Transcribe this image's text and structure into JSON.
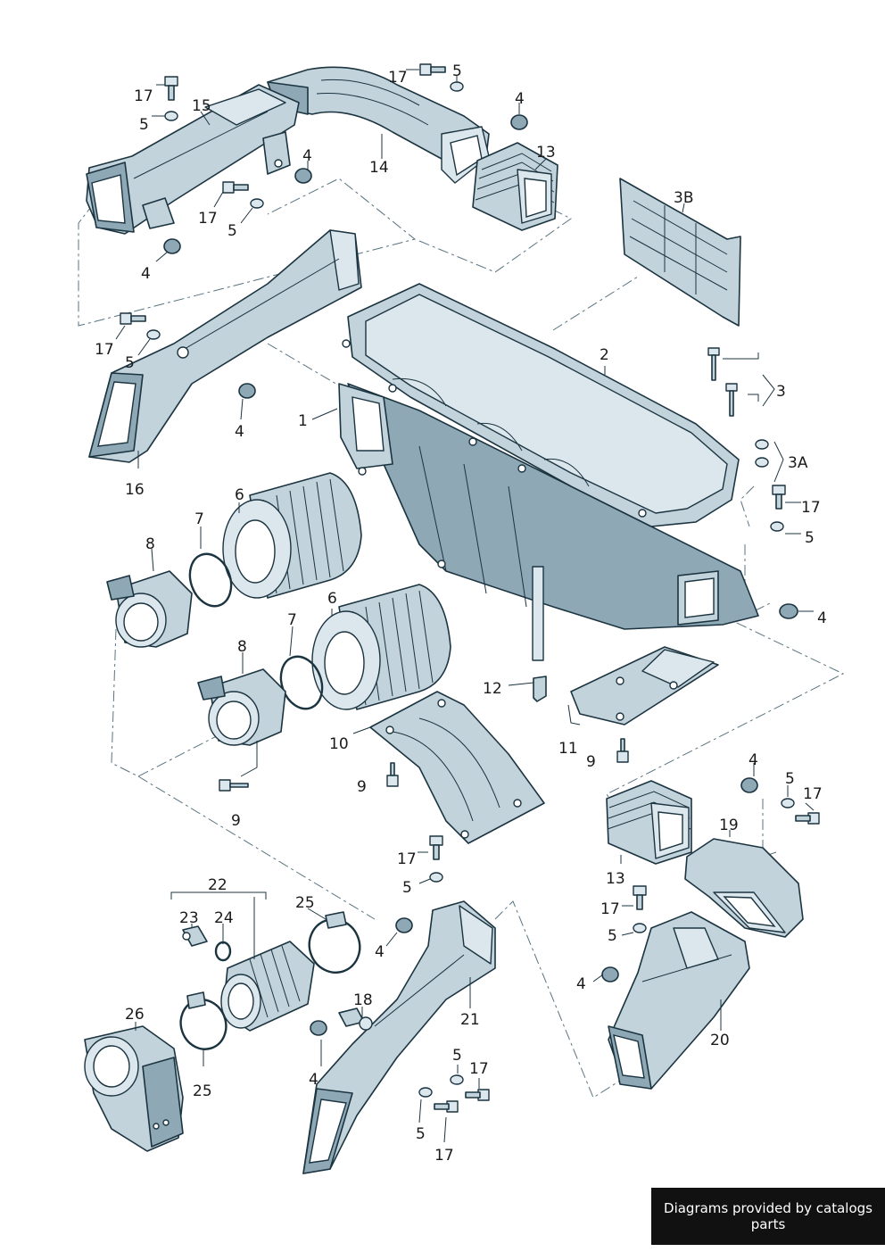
{
  "callouts": {
    "c1": "1",
    "c2": "2",
    "c3": "3",
    "c3a": "3A",
    "c3b": "3B",
    "c4a": "4",
    "c4b": "4",
    "c4c": "4",
    "c4d": "4",
    "c4e": "4",
    "c4f": "4",
    "c4g": "4",
    "c4h": "4",
    "c4i": "4",
    "c5a": "5",
    "c5b": "5",
    "c5c": "5",
    "c5d": "5",
    "c5e": "5",
    "c5f": "5",
    "c5g": "5",
    "c5h": "5",
    "c5i": "5",
    "c6a": "6",
    "c6b": "6",
    "c7a": "7",
    "c7b": "7",
    "c8a": "8",
    "c8b": "8",
    "c9a": "9",
    "c9b": "9",
    "c9c": "9",
    "c10": "10",
    "c11": "11",
    "c12": "12",
    "c13a": "13",
    "c13b": "13",
    "c14": "14",
    "c15": "15",
    "c16": "16",
    "c17a": "17",
    "c17b": "17",
    "c17c": "17",
    "c17d": "17",
    "c17e": "17",
    "c17f": "17",
    "c17g": "17",
    "c17h": "17",
    "c18": "18",
    "c19": "19",
    "c20": "20",
    "c21": "21",
    "c22": "22",
    "c23": "23",
    "c24": "24",
    "c25a": "25",
    "c25b": "25",
    "c26": "26"
  },
  "footer": {
    "credit": "Diagrams provided by catalogs parts"
  },
  "colors": {
    "part_fill": "#c2d3dc",
    "outline": "#1b3440",
    "footer_bg": "#111111"
  }
}
